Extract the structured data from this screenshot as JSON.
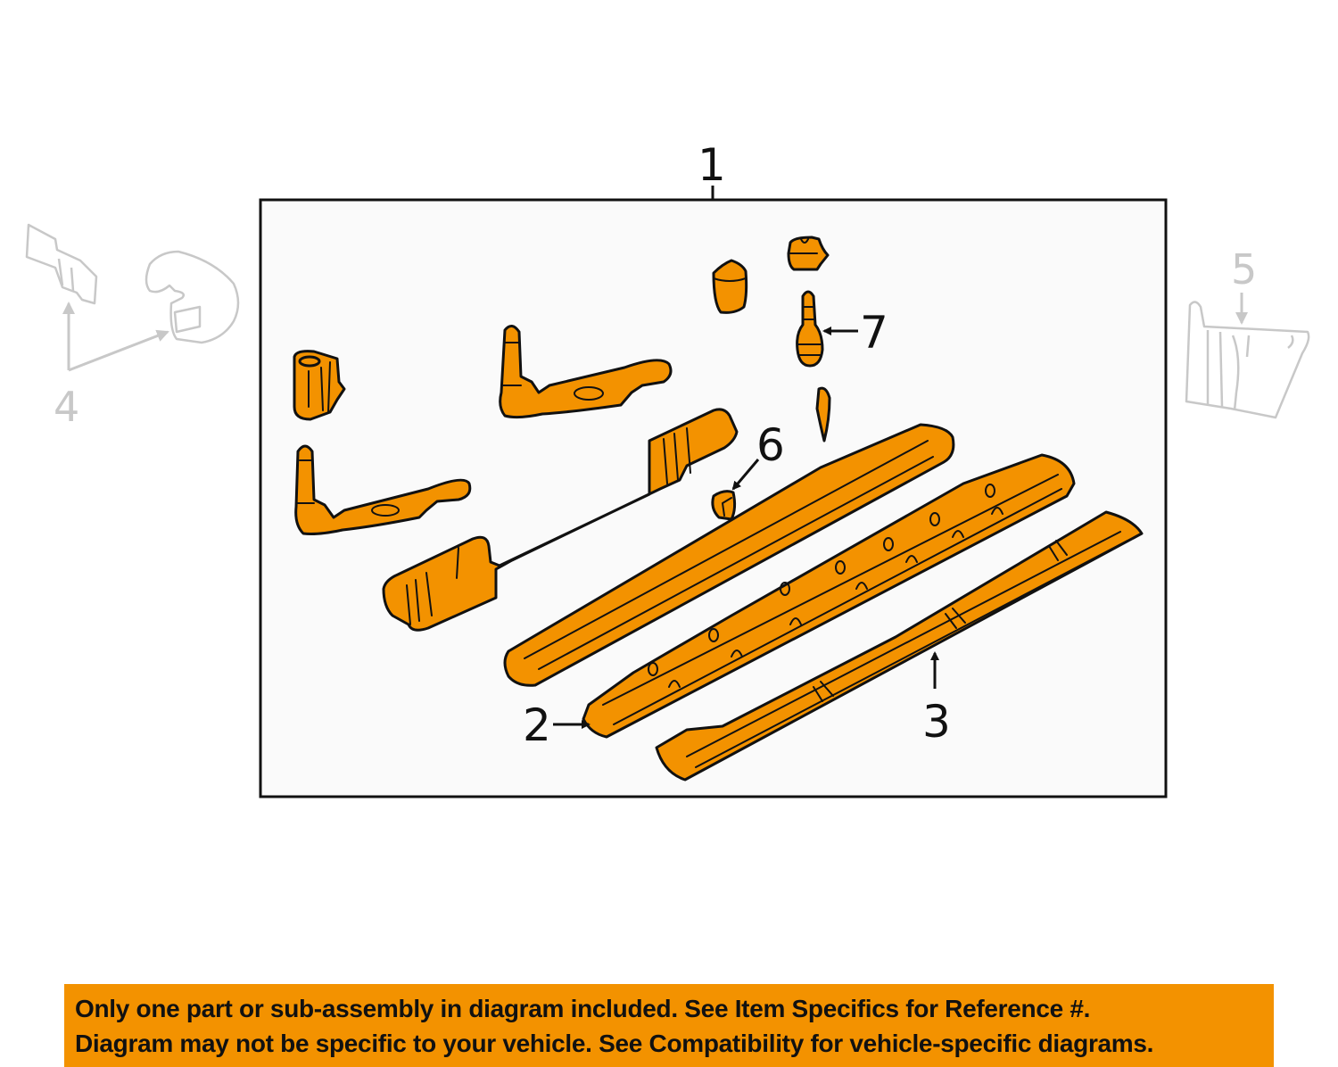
{
  "diagram": {
    "frame_callout": "1",
    "callouts": [
      {
        "id": "1",
        "label": "1"
      },
      {
        "id": "2",
        "label": "2"
      },
      {
        "id": "3",
        "label": "3"
      },
      {
        "id": "4",
        "label": "4"
      },
      {
        "id": "5",
        "label": "5"
      },
      {
        "id": "6",
        "label": "6"
      },
      {
        "id": "7",
        "label": "7"
      }
    ],
    "colors": {
      "part_fill": "#f39200",
      "outline": "#111111",
      "ghost": "#c8c8c8",
      "frame_bg": "#fafafa"
    }
  },
  "banner": {
    "line1": "Only one part or sub-assembly in diagram included. See Item Specifics for Reference #.",
    "line2": "Diagram may not be specific to your vehicle. See Compatibility for vehicle-specific diagrams.",
    "background": "#f39200"
  }
}
